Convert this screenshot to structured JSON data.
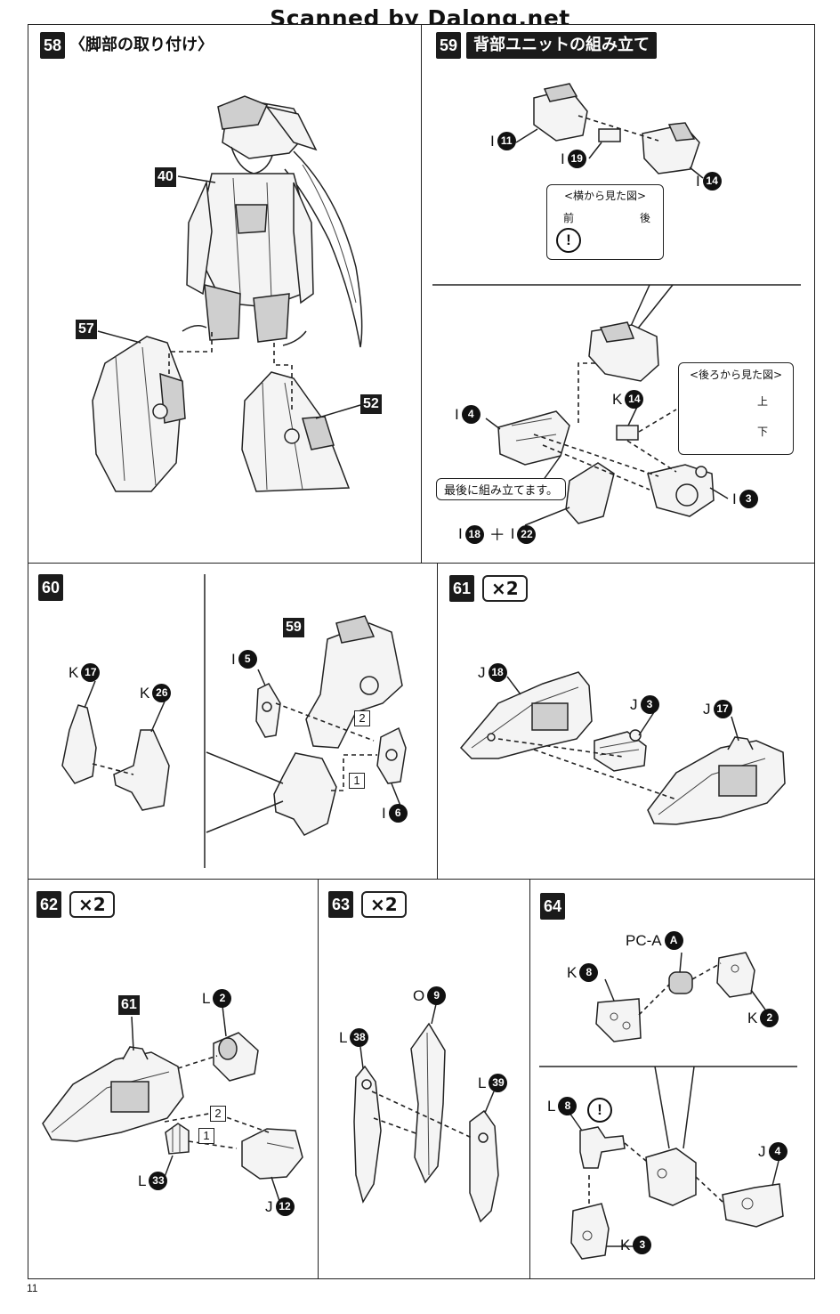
{
  "header": {
    "scan_credit": "Scanned by Dalong.net"
  },
  "page": {
    "number": "11"
  },
  "steps": {
    "s58": {
      "number": "58",
      "title": "〈脚部の取り付け〉",
      "refs": {
        "r40": "40",
        "r57": "57",
        "r52": "52"
      }
    },
    "s59": {
      "number": "59",
      "title": "背部ユニットの組み立て",
      "parts": {
        "i11": {
          "letter": "I",
          "num": "11"
        },
        "i19": {
          "letter": "I",
          "num": "19"
        },
        "i14": {
          "letter": "I",
          "num": "14"
        },
        "i4": {
          "letter": "I",
          "num": "4"
        },
        "k14": {
          "letter": "K",
          "num": "14"
        },
        "i3": {
          "letter": "I",
          "num": "3"
        },
        "i18": {
          "letter": "I",
          "num": "18"
        },
        "i22": {
          "letter": "I",
          "num": "22"
        }
      },
      "side_view": {
        "title": "<横から見た図>",
        "front": "前",
        "back": "後",
        "warning": "!"
      },
      "rear_view": {
        "title": "<後ろから見た図>",
        "top": "上",
        "bottom": "下"
      },
      "note": "最後に組み立てます。",
      "plus": "＋"
    },
    "s60": {
      "number": "60",
      "ref": "59",
      "parts": {
        "k17": {
          "letter": "K",
          "num": "17"
        },
        "k26": {
          "letter": "K",
          "num": "26"
        },
        "i5": {
          "letter": "I",
          "num": "5"
        },
        "i6": {
          "letter": "I",
          "num": "6"
        }
      },
      "order": {
        "o1": "1",
        "o2": "2"
      }
    },
    "s61": {
      "number": "61",
      "multiplier": "×2",
      "parts": {
        "j18": {
          "letter": "J",
          "num": "18"
        },
        "j3": {
          "letter": "J",
          "num": "3"
        },
        "j17": {
          "letter": "J",
          "num": "17"
        }
      }
    },
    "s62": {
      "number": "62",
      "multiplier": "×2",
      "ref": "61",
      "parts": {
        "l2": {
          "letter": "L",
          "num": "2"
        },
        "l33": {
          "letter": "L",
          "num": "33"
        },
        "j12": {
          "letter": "J",
          "num": "12"
        }
      },
      "order": {
        "o1": "1",
        "o2": "2"
      }
    },
    "s63": {
      "number": "63",
      "multiplier": "×2",
      "parts": {
        "o9": {
          "letter": "O",
          "num": "9"
        },
        "l38": {
          "letter": "L",
          "num": "38"
        },
        "l39": {
          "letter": "L",
          "num": "39"
        }
      }
    },
    "s64": {
      "number": "64",
      "parts": {
        "pca": {
          "letter": "PC-A",
          "num": "A"
        },
        "k8": {
          "letter": "K",
          "num": "8"
        },
        "k2": {
          "letter": "K",
          "num": "2"
        },
        "l8": {
          "letter": "L",
          "num": "8"
        },
        "j4": {
          "letter": "J",
          "num": "4"
        },
        "k3": {
          "letter": "K",
          "num": "3"
        }
      },
      "warning": "!"
    }
  }
}
